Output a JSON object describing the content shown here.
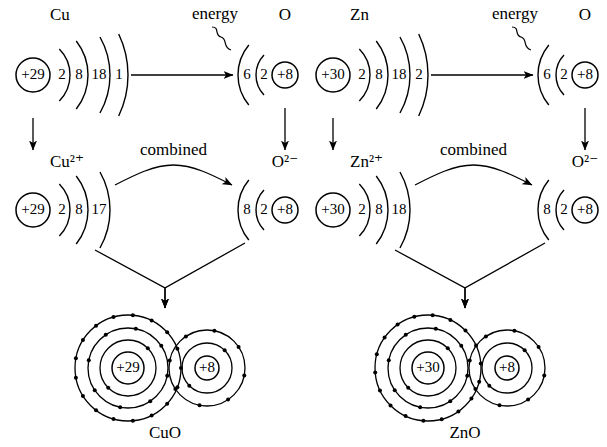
{
  "diagram": {
    "nodes": [
      {
        "text": [
          "Cu",
          "2",
          "8",
          "18",
          "1"
        ]
      },
      {
        "text": [
          "+29"
        ],
        "in": 0
      },
      {
        "text": [
          "O",
          "6",
          "2"
        ]
      },
      {
        "text": [
          "+8"
        ],
        "in": 2
      },
      {
        "text": [
          "Cu²⁺",
          "2",
          "8",
          "17"
        ]
      },
      {
        "text": [
          "+29"
        ],
        "in": 4
      },
      {
        "text": [
          "O²⁻",
          "8",
          "2"
        ]
      },
      {
        "text": [
          "+8"
        ],
        "in": 6
      },
      {
        "text": [
          "CuO"
        ]
      },
      {
        "text": [
          "+29"
        ],
        "in": 8
      },
      {
        "text": [
          "+8"
        ],
        "in": 8
      },
      {
        "text": [
          "Zn",
          "2",
          "8",
          "18",
          "2"
        ]
      },
      {
        "text": [
          "+30"
        ],
        "in": 11
      },
      {
        "text": [
          "O",
          "6",
          "2"
        ]
      },
      {
        "text": [
          "+8"
        ],
        "in": 13
      },
      {
        "text": [
          "Zn²⁺",
          "2",
          "8",
          "18"
        ]
      },
      {
        "text": [
          "+30"
        ],
        "in": 15
      },
      {
        "text": [
          "O²⁻",
          "8",
          "2"
        ]
      },
      {
        "text": [
          "+8"
        ],
        "in": 17
      },
      {
        "text": [
          "ZnO"
        ]
      },
      {
        "text": [
          "+30"
        ],
        "in": 19
      },
      {
        "text": [
          "+8"
        ],
        "in": 19
      }
    ],
    "edges": [
      {
        "from": 0,
        "to": 2,
        "arrow": "to"
      },
      {
        "from": 0,
        "to": 4,
        "arrow": "to"
      },
      {
        "from": 2,
        "to": 6,
        "arrow": "to"
      },
      {
        "from": 4,
        "to": 6,
        "label": "combined",
        "arrow": "to"
      },
      {
        "from": 4,
        "to": 8,
        "arrow": "to"
      },
      {
        "from": 6,
        "to": 8,
        "arrow": "to"
      },
      {
        "from": 11,
        "to": 13,
        "arrow": "to"
      },
      {
        "from": 11,
        "to": 15,
        "arrow": "to"
      },
      {
        "from": 13,
        "to": 17,
        "arrow": "to"
      },
      {
        "from": 15,
        "to": 17,
        "label": "combined",
        "arrow": "to"
      },
      {
        "from": 15,
        "to": 19,
        "arrow": "to"
      },
      {
        "from": 17,
        "to": 19,
        "arrow": "to"
      }
    ],
    "labels": [
      "energy",
      "energy"
    ]
  }
}
